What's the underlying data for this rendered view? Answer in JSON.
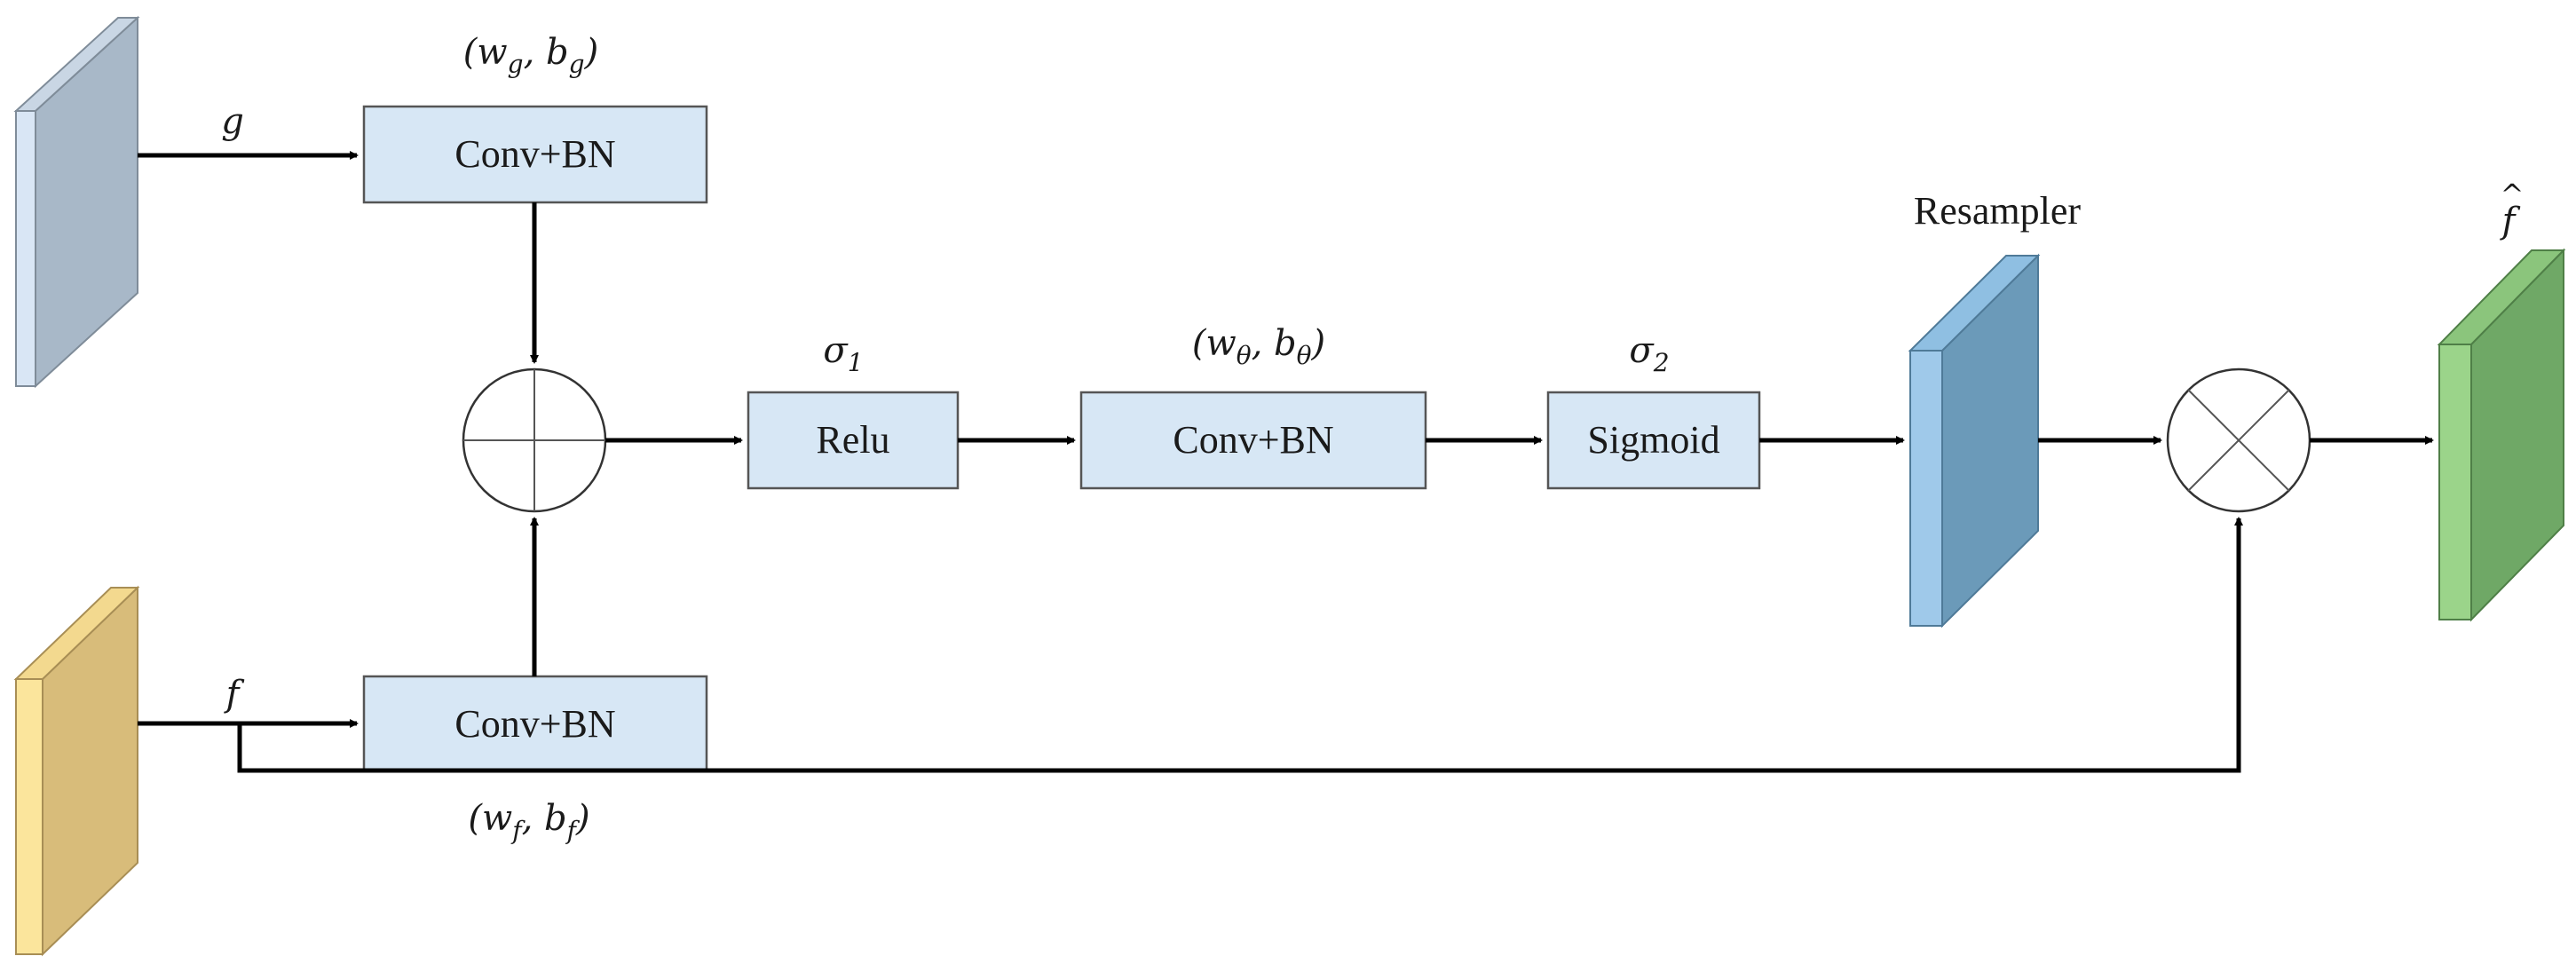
{
  "diagram": {
    "inputs": {
      "g": {
        "symbol": "g",
        "colors": {
          "front": "#d9e6f5",
          "side": "#a8b8c8",
          "edge": "#7f8c99"
        }
      },
      "f": {
        "symbol": "f",
        "colors": {
          "front": "#fbe59c",
          "side": "#d8bc7a",
          "edge": "#a88e55"
        }
      }
    },
    "blocks": {
      "conv_g": {
        "label": "Conv+BN",
        "param_open": "(",
        "param_w": "w",
        "param_w_sub": "g",
        "param_sep": ", ",
        "param_b": "b",
        "param_b_sub": "g",
        "param_close": ")"
      },
      "conv_f": {
        "label": "Conv+BN",
        "param_open": "(",
        "param_w": "w",
        "param_w_sub": "f",
        "param_sep": ", ",
        "param_b": "b",
        "param_b_sub": "f",
        "param_close": ")"
      },
      "relu": {
        "label": "Relu",
        "sigma": "σ",
        "sigma_sub": "1"
      },
      "conv_theta": {
        "label": "Conv+BN",
        "param_open": "(",
        "param_w": "w",
        "param_w_sub": "θ",
        "param_sep": ", ",
        "param_b": "b",
        "param_b_sub": "θ",
        "param_close": ")"
      },
      "sigmoid": {
        "label": "Sigmoid",
        "sigma": "σ",
        "sigma_sub": "2"
      }
    },
    "resampler": {
      "label": "Resampler",
      "colors": {
        "front": "#9fc9ea",
        "side": "#6b9ab9",
        "edge": "#4f7a98"
      }
    },
    "output": {
      "symbol": "f",
      "hat": "^",
      "colors": {
        "front": "#9bd48a",
        "side": "#6fa866",
        "edge": "#4f7f47"
      }
    },
    "block_fill": "#d7e7f5",
    "block_stroke": "#555555"
  }
}
